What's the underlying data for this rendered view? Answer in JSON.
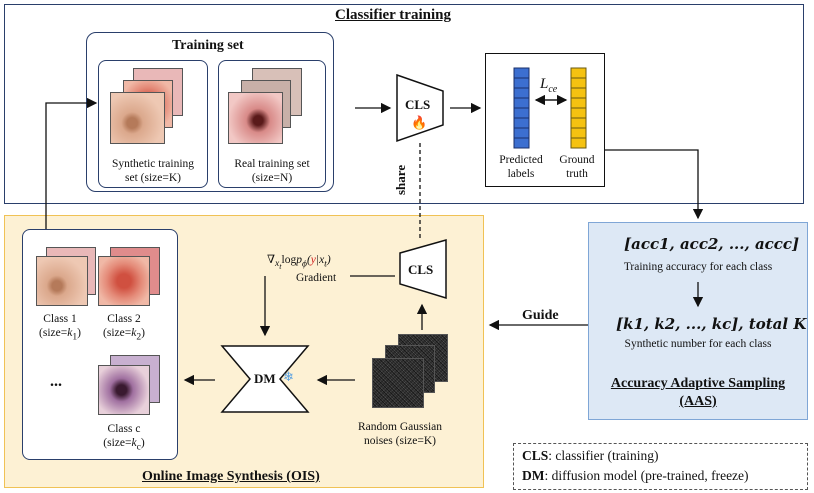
{
  "classifier": {
    "title": "Classifier training",
    "training_set": "Training set",
    "synthetic_label_1": "Synthetic training",
    "synthetic_label_2": "set (size=K)",
    "real_label_1": "Real training set",
    "real_label_2": "(size=N)",
    "cls": "CLS",
    "predicted_1": "Predicted",
    "predicted_2": "labels",
    "ground_1": "Ground",
    "ground_2": "truth",
    "loss": "L",
    "loss_sub": "ce",
    "share": "share"
  },
  "ois": {
    "title": "Online Image Synthesis (OIS)",
    "class1": "Class 1",
    "class1_size": "(size=",
    "class1_k": "k",
    "class1_sub": "1",
    "class2": "Class 2",
    "class2_k": "k",
    "class2_sub": "2",
    "classc": "Class c",
    "classc_k": "k",
    "classc_sub": "c",
    "dots": "...",
    "cls": "CLS",
    "gradient_formula": "∇",
    "gradient_xt": "x",
    "gradient_tsub": "t",
    "gradient_log": "log",
    "gradient_p": "p",
    "gradient_phi": "ϕ",
    "gradient_y": "y",
    "gradient_label": "Gradient",
    "dm": "DM",
    "noise_1": "Random Gaussian",
    "noise_2": "noises (size=K)"
  },
  "aas": {
    "acc_line": "[acc1, acc2, ..., accc]",
    "acc_caption": "Training accuracy for each class",
    "k_line": "[k1, k2, ..., kc], total K",
    "k_caption": "Synthetic number for each class",
    "title_1": "Accuracy Adaptive Sampling",
    "title_2": "(AAS)",
    "guide": "Guide"
  },
  "legend": {
    "cls_term": "CLS",
    "cls_desc": ": classifier (training)",
    "dm_term": "DM",
    "dm_desc": ": diffusion model (pre-trained, freeze)"
  },
  "colors": {
    "blue_cells": "#3c6fd0",
    "gold_cells": "#f5c211",
    "ois_bg": "#fdf1d4",
    "aas_bg": "#dde8f5"
  }
}
